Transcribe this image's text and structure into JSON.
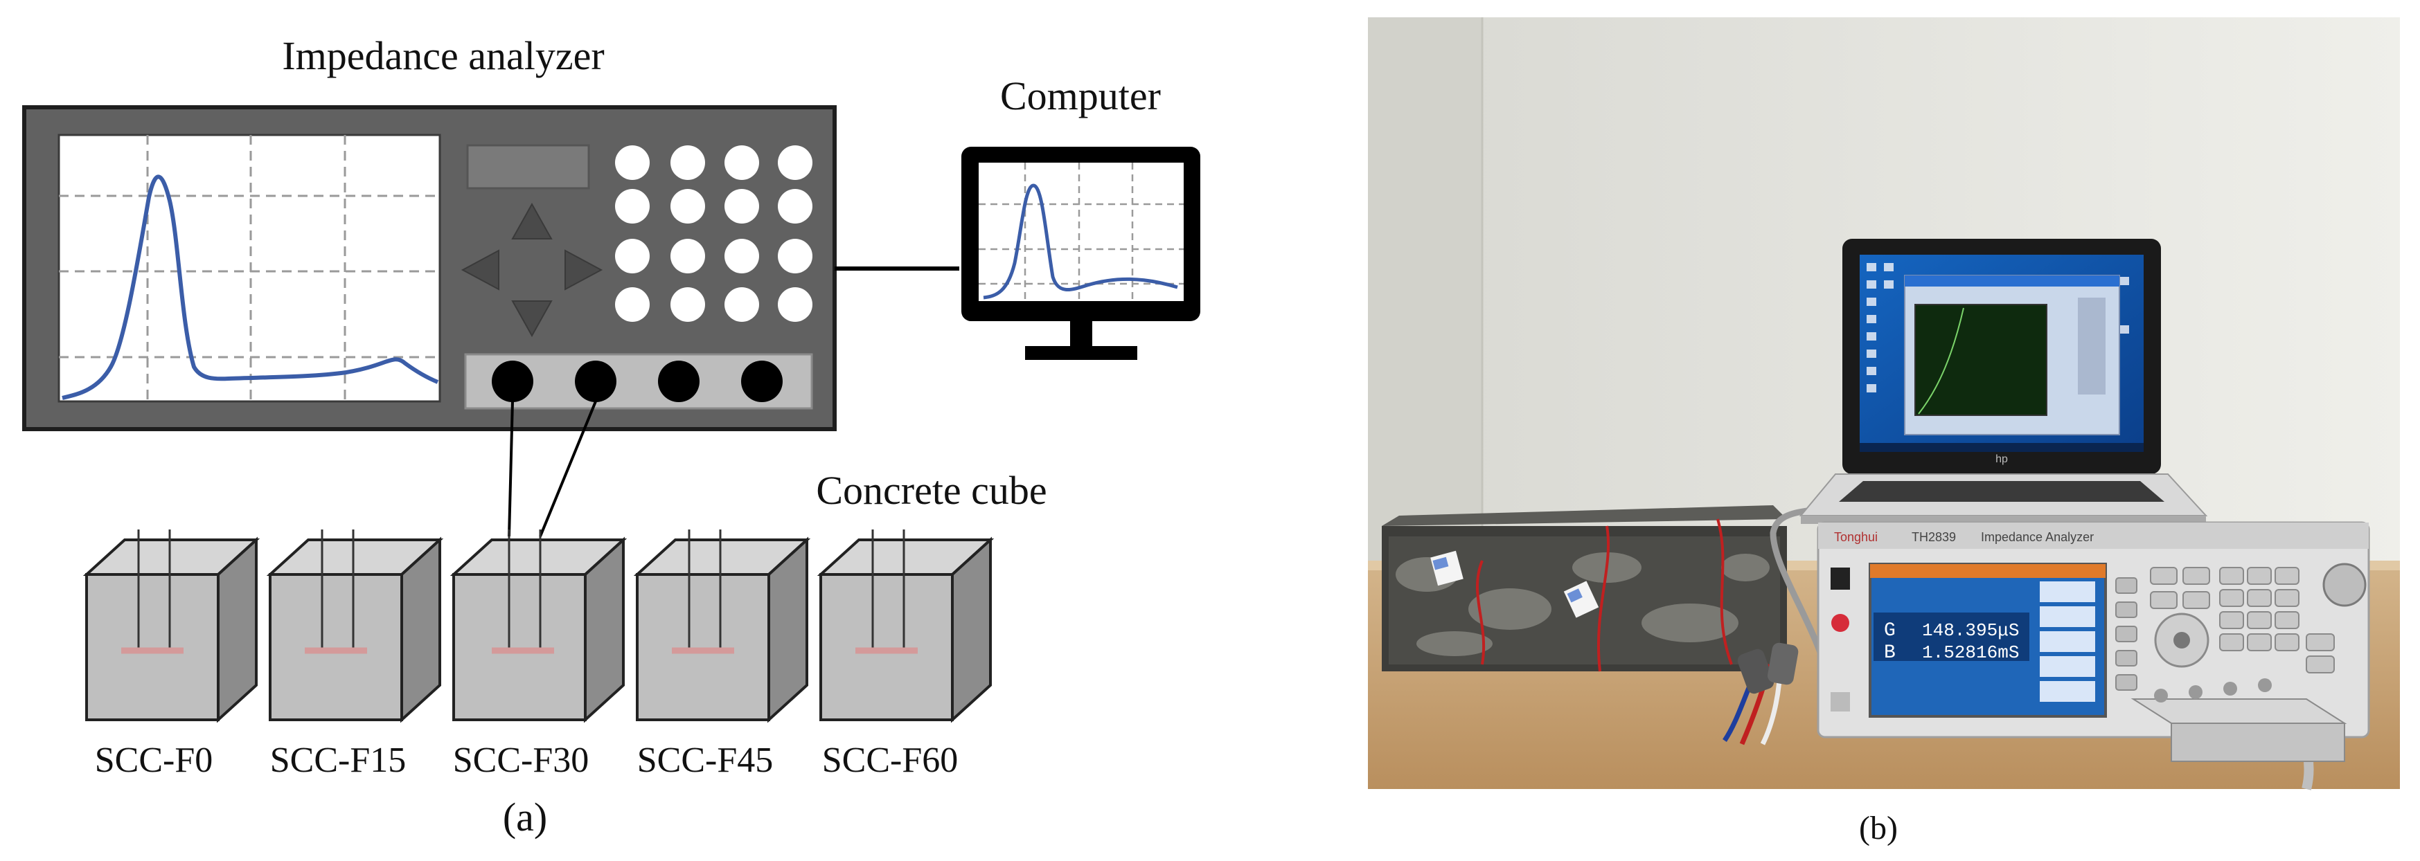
{
  "schematic": {
    "analyzer_title": "Impedance analyzer",
    "computer_title": "Computer",
    "cube_title": "Concrete cube",
    "samples": [
      "SCC-F0",
      "SCC-F15",
      "SCC-F30",
      "SCC-F45",
      "SCC-F60"
    ],
    "caption": "(a)"
  },
  "photo": {
    "brand": "Tonghui",
    "model": "TH2839",
    "instrument_title": "Impedance Analyzer",
    "readouts": [
      {
        "label": "G",
        "value": "148.395μS"
      },
      {
        "label": "B",
        "value": "1.52816mS"
      }
    ],
    "laptop_brand": "hp",
    "caption": "(b)"
  },
  "colors": {
    "panel_gray": "#616161",
    "panel_border": "#1e1e1e",
    "curve_blue": "#3b5da8",
    "cube_gray": "#bfbfbf",
    "electrode_red": "#d49a9a",
    "screen_blue": "#1f66b8"
  }
}
